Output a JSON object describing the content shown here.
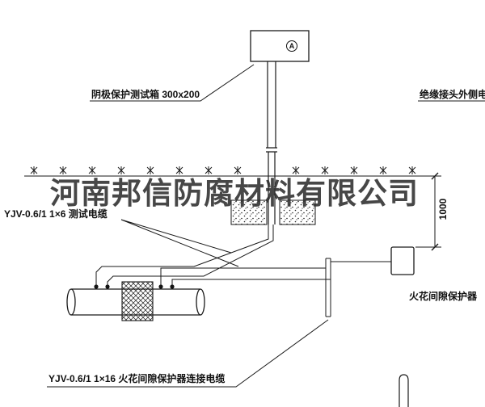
{
  "watermark": {
    "text": "河南邦信防腐材料有限公司"
  },
  "labels": {
    "test_box": "阴极保护测试箱 300x200",
    "joint_cable": "绝缘接头外侧电缆",
    "test_cable": "YJV-0.6/1 1×6  测试电缆",
    "spark_cable": "YJV-0.6/1 1×16  火花间隙保护器连接电缆",
    "spark_protector": "火花间隙保护器",
    "dimension": "1000",
    "terminal_a": "A"
  },
  "colors": {
    "line": "#1a1a1a",
    "background": "#ffffff",
    "watermark": "#2e2e2e"
  }
}
